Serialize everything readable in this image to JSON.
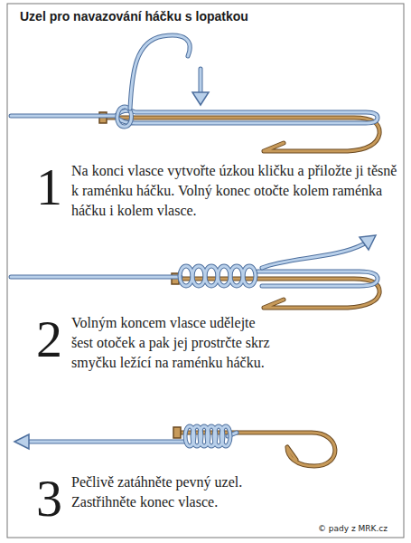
{
  "diagram": {
    "title": "Uzel pro navazování háčku s lopatkou",
    "labels": [
      "1",
      "Na konci vlasce vytvořte úzkou kličku a přiložte ji těsně k raménku háčku. Volný konec otočte kolem raménka háčku i kolem vlasce.",
      "2",
      "Volným koncem vlasce udělejte šest otoček a pak jej prostrčte skrz smyčku ležící na raménku háčku.",
      "3",
      "Pečlivě zatáhněte pevný uzel. Zastřihněte konec vlasce.",
      "© pady z MRK.cz"
    ]
  }
}
